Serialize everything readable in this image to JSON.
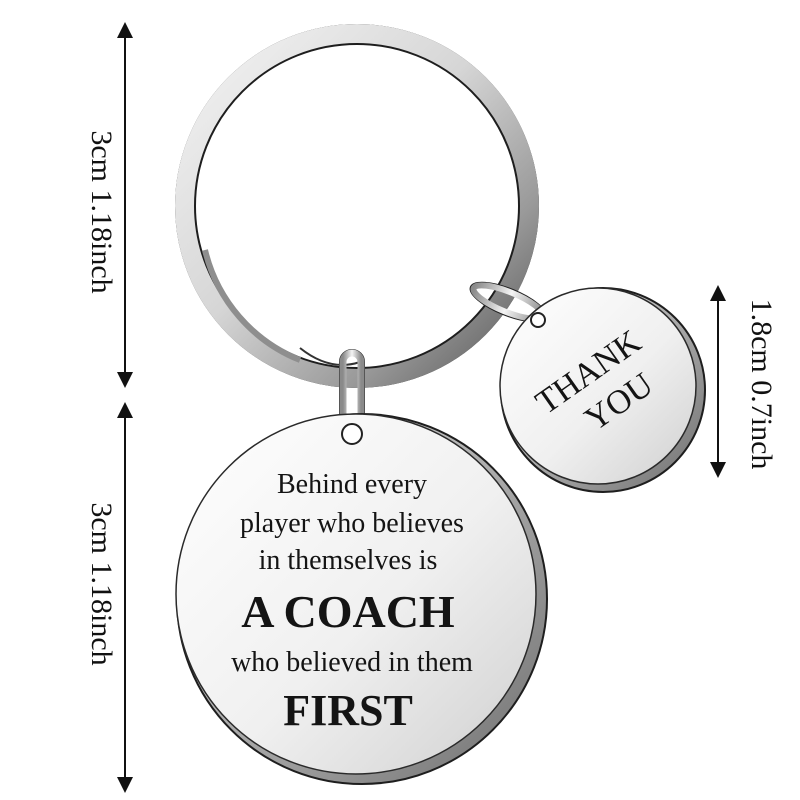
{
  "keychain": {
    "large_tag": {
      "line1": "Behind every",
      "line2": "player who believes",
      "line3": "in themselves is",
      "line4": "A COACH",
      "line5": "who believed in them",
      "line6": "FIRST"
    },
    "small_tag": {
      "line1": "THANK",
      "line2": "YOU"
    }
  },
  "dimensions": {
    "ring_label": "3cm  1.18inch",
    "large_tag_label": "3cm  1.18inch",
    "small_tag_label": "1.8cm  0.7inch"
  },
  "colors": {
    "metal_light": "#f7f7f7",
    "metal_mid": "#c9c9c9",
    "metal_dark": "#7a7a7a",
    "outline": "#1e1e1e",
    "engraving": "#141414"
  }
}
